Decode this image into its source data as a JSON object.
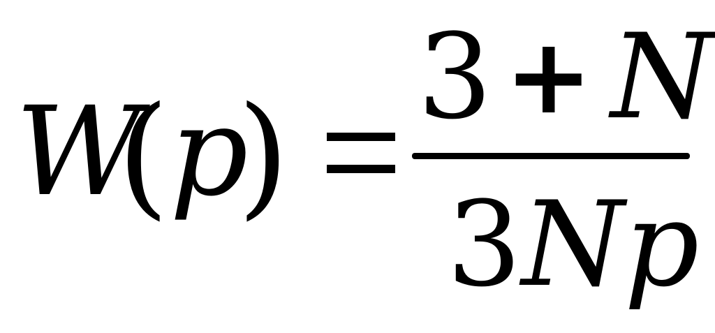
{
  "equation": {
    "lhs": {
      "function": "W",
      "open_paren": "(",
      "argument": "p",
      "close_paren": ")"
    },
    "relation": "=",
    "fraction": {
      "numerator": {
        "term1": "3",
        "operator": "+",
        "term2": "N"
      },
      "denominator": {
        "coefficient": "3",
        "var1": "N",
        "var2": "p"
      }
    }
  }
}
